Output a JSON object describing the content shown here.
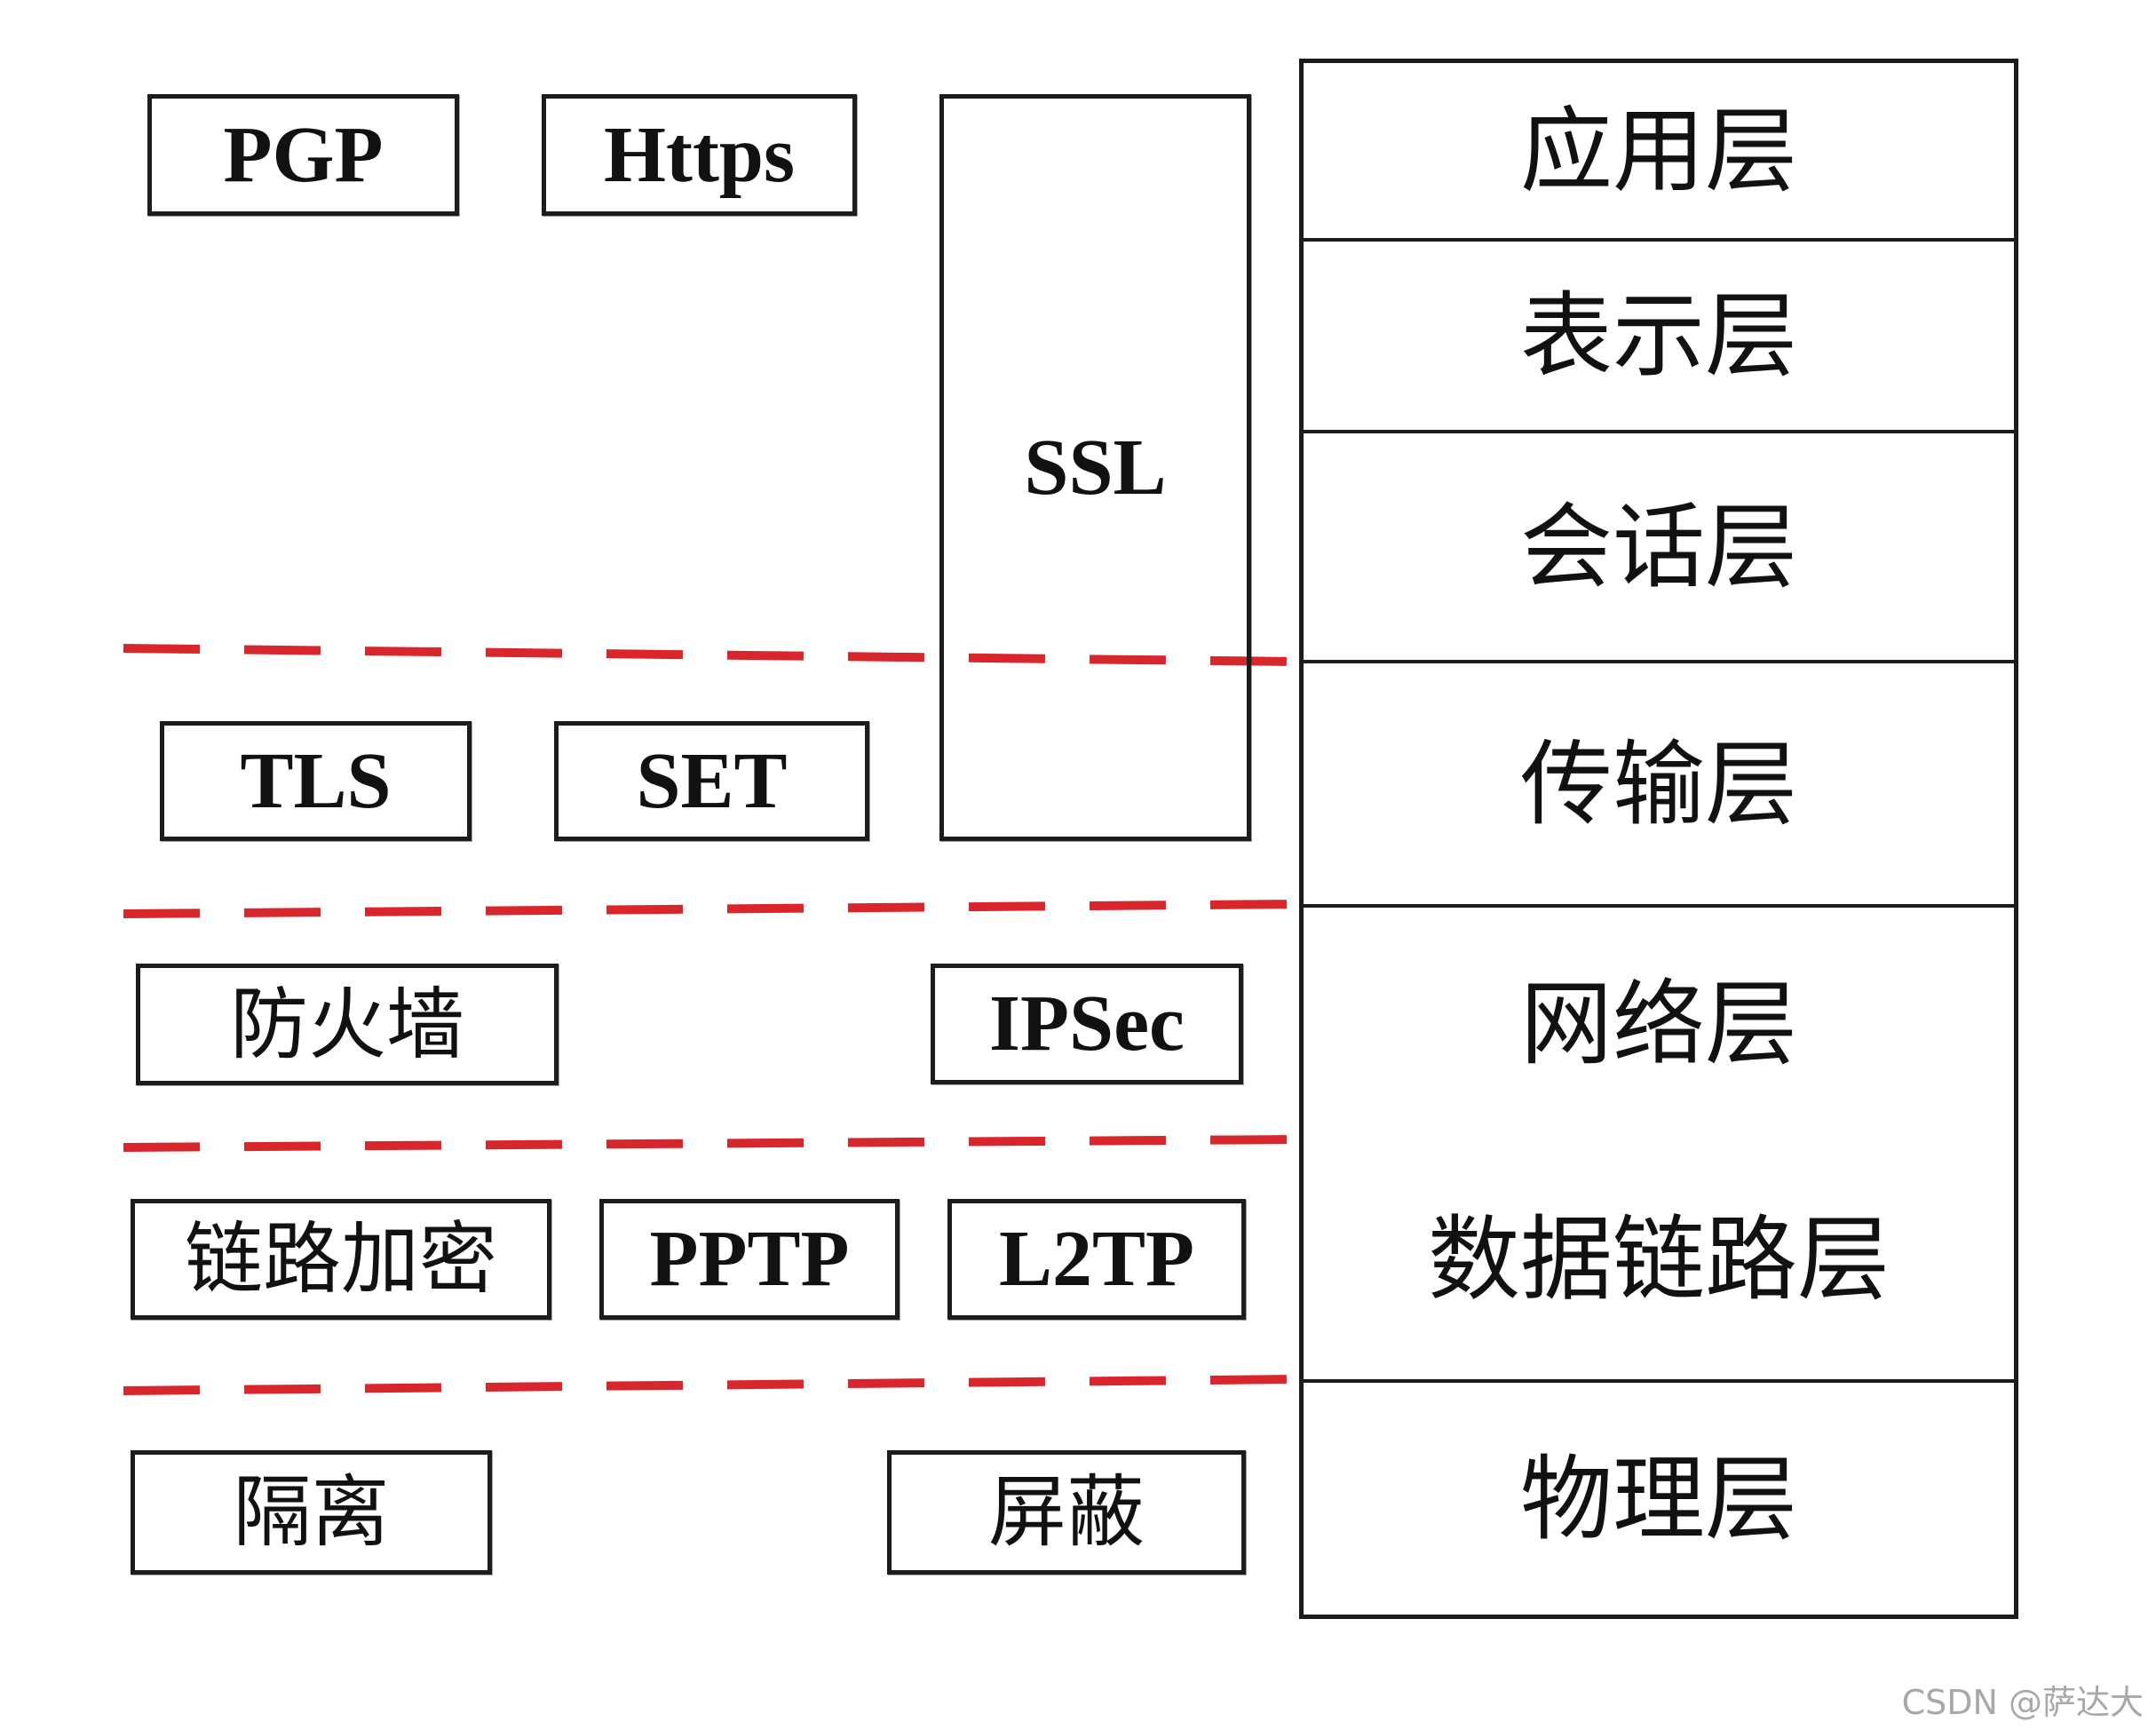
{
  "protocols": {
    "pgp": "PGP",
    "https": "Https",
    "ssl": "SSL",
    "tls": "TLS",
    "set": "SET",
    "firewall": "防火墙",
    "ipsec": "IPSec",
    "link_encryption": "链路加密",
    "pptp": "PPTP",
    "l2tp": "L2TP",
    "isolation": "隔离",
    "shielding": "屏蔽"
  },
  "osi_layers": [
    "应用层",
    "表示层",
    "会话层",
    "传输层",
    "网络层",
    "数据链路层",
    "物理层"
  ],
  "watermark": "CSDN @萨达大",
  "colors": {
    "divider_dash": "#d8262d",
    "border": "#1c1c1c",
    "background": "#ffffff",
    "watermark": "#a8a8a8"
  }
}
